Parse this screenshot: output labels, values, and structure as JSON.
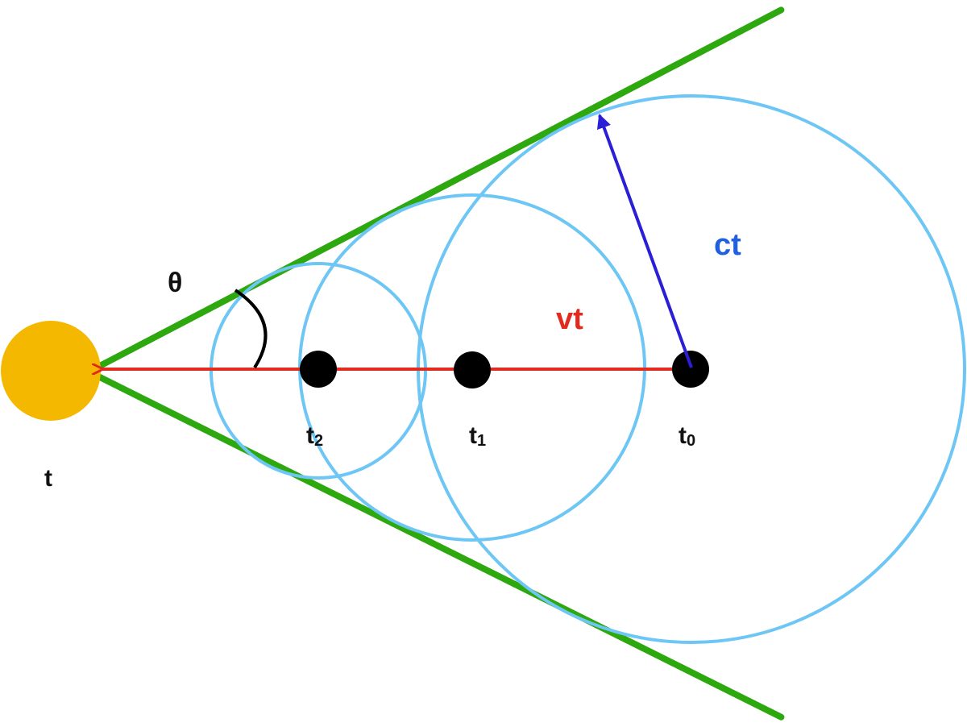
{
  "diagram": {
    "labels": {
      "theta": "θ",
      "vt": "vt",
      "ct": "ct",
      "t": "t",
      "t0_base": "t",
      "t0_sub": "0",
      "t1_base": "t",
      "t1_sub": "1",
      "t2_base": "t",
      "t2_sub": "2"
    },
    "colors": {
      "source": "#F5B800",
      "cone": "#2EA80F",
      "wavefront": "#6EC6F5",
      "velocity_arrow": "#E02B1E",
      "wave_arrow": "#2A1FD6",
      "point": "#000000",
      "vt_label": "#E02B1E",
      "ct_label": "#1F5FE0",
      "text": "#111111"
    }
  }
}
